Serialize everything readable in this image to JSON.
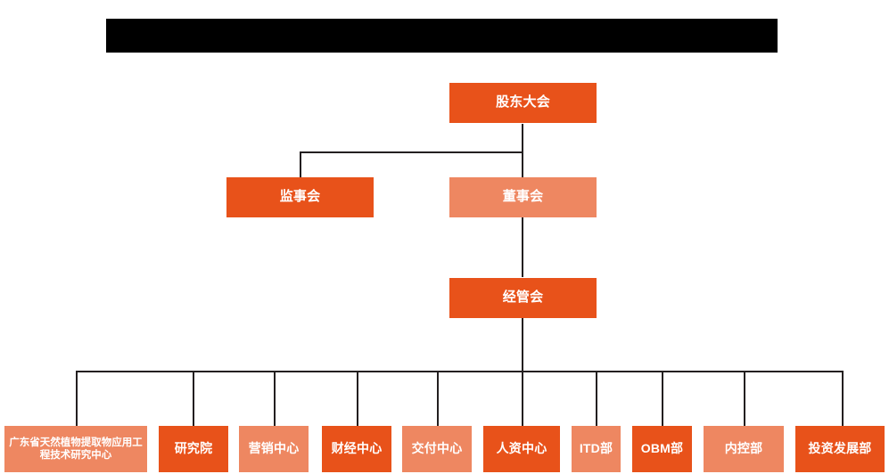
{
  "banner": {
    "name": "redacted-title-bar",
    "text": "",
    "color": "#000000"
  },
  "palette": {
    "background": "#ffffff",
    "dark_orange": "#e8521a",
    "light_orange": "#ee8761",
    "line": "#231f20",
    "node_text": "#ffffff"
  },
  "diagram": {
    "type": "org-chart",
    "levels": [
      {
        "level": 1,
        "nodes": [
          {
            "id": "shareholders",
            "label": "股东大会",
            "tone": "dark"
          }
        ]
      },
      {
        "level": 2,
        "nodes": [
          {
            "id": "supervisors",
            "label": "监事会",
            "tone": "dark"
          },
          {
            "id": "directors",
            "label": "董事会",
            "tone": "light"
          }
        ]
      },
      {
        "level": 3,
        "nodes": [
          {
            "id": "management",
            "label": "经管会",
            "tone": "dark"
          }
        ]
      },
      {
        "level": 4,
        "nodes": [
          {
            "id": "research-center",
            "label": "广东省天然植物提取物应用工程技术研究中心",
            "tone": "light"
          },
          {
            "id": "institute",
            "label": "研究院",
            "tone": "dark"
          },
          {
            "id": "marketing-center",
            "label": "营销中心",
            "tone": "light"
          },
          {
            "id": "finance-center",
            "label": "财经中心",
            "tone": "dark"
          },
          {
            "id": "delivery-center",
            "label": "交付中心",
            "tone": "light"
          },
          {
            "id": "hr-center",
            "label": "人资中心",
            "tone": "dark"
          },
          {
            "id": "itd-dept",
            "label": "ITD部",
            "tone": "light"
          },
          {
            "id": "obm-dept",
            "label": "OBM部",
            "tone": "dark"
          },
          {
            "id": "internal-control-dept",
            "label": "内控部",
            "tone": "light"
          },
          {
            "id": "investment-development-dept",
            "label": "投资发展部",
            "tone": "dark"
          }
        ]
      }
    ]
  }
}
